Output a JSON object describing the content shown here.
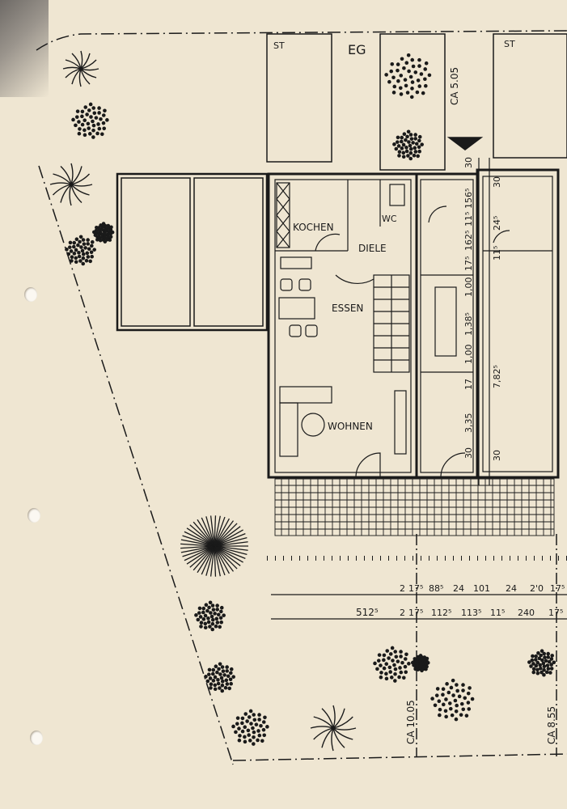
{
  "plan": {
    "floor_label": "EG",
    "parking_left": "ST",
    "parking_right": "ST",
    "depth_top": "CA 5.05",
    "depth_bottom_left": "CA 10.05",
    "depth_bottom_right": "CA 8.55",
    "left_width": "512⁵"
  },
  "rooms": {
    "kitchen": "KOCHEN",
    "wc": "WC",
    "hall": "DIELE",
    "dining": "ESSEN",
    "living": "WOHNEN"
  },
  "dimensions": {
    "row1": [
      "2",
      "17⁵",
      "88⁵",
      "24",
      "101",
      "24",
      "2'0",
      "17⁵"
    ],
    "row2": [
      "2",
      "17⁵",
      "112⁵",
      "113⁵",
      "11⁵",
      "240",
      "17⁵"
    ],
    "vertical_left": [
      "30",
      "156⁵",
      "11⁵",
      "162⁵",
      "17⁵",
      "1,00",
      "1,38⁵",
      "1,00",
      "17",
      "3,35",
      "30"
    ],
    "vertical_right": [
      "30",
      "24⁵",
      "11⁵",
      "7,82⁵",
      "30"
    ]
  },
  "colors": {
    "paper": "#efe6d2",
    "ink": "#1a1a1a"
  }
}
